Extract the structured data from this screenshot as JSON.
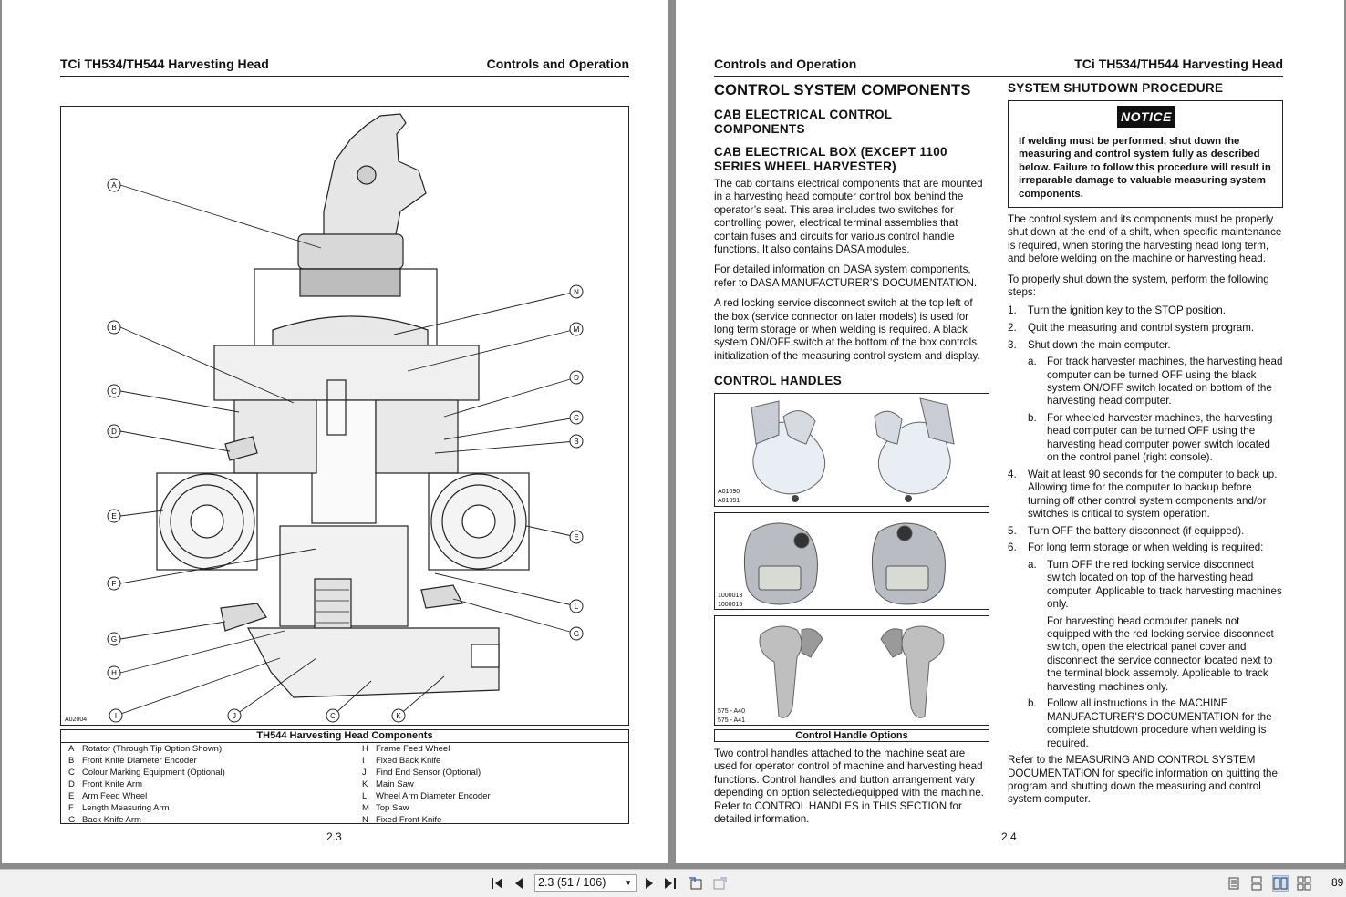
{
  "left_page": {
    "header_left": "TCi TH534/TH544 Harvesting Head",
    "header_right": "Controls and Operation",
    "figure": {
      "code": "A02004",
      "callouts_left": [
        "A",
        "B",
        "C",
        "D",
        "E",
        "F",
        "G",
        "H"
      ],
      "callouts_right": [
        "N",
        "M",
        "D",
        "C",
        "B",
        "E",
        "L",
        "G"
      ],
      "callouts_bottom": [
        "I",
        "J",
        "C",
        "K"
      ]
    },
    "legend": {
      "title": "TH544 Harvesting Head Components",
      "items_left": [
        {
          "letter": "A",
          "text": "Rotator (Through Tip Option Shown)"
        },
        {
          "letter": "B",
          "text": "Front Knife Diameter Encoder"
        },
        {
          "letter": "C",
          "text": "Colour Marking Equipment (Optional)"
        },
        {
          "letter": "D",
          "text": "Front Knife Arm"
        },
        {
          "letter": "E",
          "text": "Arm Feed Wheel"
        },
        {
          "letter": "F",
          "text": "Length Measuring Arm"
        },
        {
          "letter": "G",
          "text": "Back Knife Arm"
        }
      ],
      "items_right": [
        {
          "letter": "H",
          "text": "Frame Feed Wheel"
        },
        {
          "letter": "I",
          "text": "Fixed Back Knife"
        },
        {
          "letter": "J",
          "text": "Find End Sensor (Optional)"
        },
        {
          "letter": "K",
          "text": "Main Saw"
        },
        {
          "letter": "L",
          "text": "Wheel Arm Diameter Encoder"
        },
        {
          "letter": "M",
          "text": "Top Saw"
        },
        {
          "letter": "N",
          "text": "Fixed Front Knife"
        }
      ]
    },
    "page_number": "2.3"
  },
  "right_page": {
    "header_left": "Controls and Operation",
    "header_right": "TCi TH534/TH544 Harvesting Head",
    "title": "CONTROL SYSTEM COMPONENTS",
    "cab_heading": "CAB ELECTRICAL CONTROL COMPONENTS",
    "box_heading": "CAB ELECTRICAL BOX (EXCEPT 1100 SERIES WHEEL HARVESTER)",
    "box_paragraphs": [
      "The cab contains electrical components that are mounted in a harvesting head computer control box behind the operator’s seat. This area includes two switches for controlling power, electrical terminal assemblies that contain fuses and circuits for various control handle functions. It also contains DASA modules.",
      "For detailed information on DASA system components, refer to DASA MANUFACTURER’S DOCUMENTATION.",
      "A red locking service disconnect switch at the top left of the box (service connector on later models) is used for long term storage or when welding is required. A black system ON/OFF switch at the bottom of the box controls initialization of the measuring control system and display."
    ],
    "handles_heading": "CONTROL HANDLES",
    "photo_codes": [
      [
        "A01090",
        "A01091"
      ],
      [
        "1000013",
        "1000015"
      ],
      [
        "575 - A40",
        "575 - A41"
      ]
    ],
    "photo_caption": "Control Handle Options",
    "handles_paragraph": "Two control handles attached to the machine seat are used for operator control of machine and harvesting head functions. Control handles and button arrangement vary depending on option selected/equipped with the machine. Refer to CONTROL HANDLES in THIS SECTION for detailed information.",
    "shutdown_heading": "SYSTEM SHUTDOWN PROCEDURE",
    "notice_label": "NOTICE",
    "notice_text": "If welding must be performed, shut down the measuring and control system fully as described below. Failure to follow this procedure will result in irreparable damage to valuable measuring system components.",
    "shutdown_para1": "The control system and its components must be properly shut down at the end of a shift, when specific maintenance is required, when storing the harvesting head long term, and before welding on the machine or harvesting head.",
    "shutdown_para2": "To properly shut down the system, perform the following steps:",
    "steps": {
      "s1": {
        "num": "1.",
        "text": "Turn the ignition key to the STOP position."
      },
      "s2": {
        "num": "2.",
        "text": "Quit the measuring and control system program."
      },
      "s3": {
        "num": "3.",
        "text": "Shut down the main computer."
      },
      "s3a": {
        "num": "a.",
        "text": "For track harvester machines, the harvesting head computer can be turned OFF using the black system ON/OFF switch located on bottom of the harvesting head computer."
      },
      "s3b": {
        "num": "b.",
        "text": "For wheeled harvester machines, the harvesting head computer can be turned OFF using the harvesting head computer power switch located on the control panel (right console)."
      },
      "s4": {
        "num": "4.",
        "text": "Wait at least 90 seconds for the computer to back up. Allowing time for the computer to backup before turning off other control system components and/or switches is critical to system operation."
      },
      "s5": {
        "num": "5.",
        "text": "Turn OFF the battery disconnect (if equipped)."
      },
      "s6": {
        "num": "6.",
        "text": "For long term storage or when welding is required:"
      },
      "s6a": {
        "num": "a.",
        "text": "Turn OFF the red locking service disconnect switch located on top of the harvesting head computer. Applicable to track harvesting machines only."
      },
      "s6a_extra": "For harvesting head computer panels not equipped with the red locking service disconnect switch, open the electrical panel cover and disconnect the service connector located next to the terminal block assembly. Applicable to track harvesting machines only.",
      "s6b": {
        "num": "b.",
        "text": "Follow all instructions in the MACHINE MANUFACTURER'S DOCUMENTATION for the complete shutdown procedure when welding is required."
      }
    },
    "closing_paragraph": "Refer to the MEASURING AND CONTROL SYSTEM DOCUMENTATION for specific information on quitting the program and shutting down the measuring and control system computer.",
    "page_number": "2.4"
  },
  "toolbar": {
    "page_indicator": "2.3 (51 / 106)",
    "zoom": "89"
  }
}
